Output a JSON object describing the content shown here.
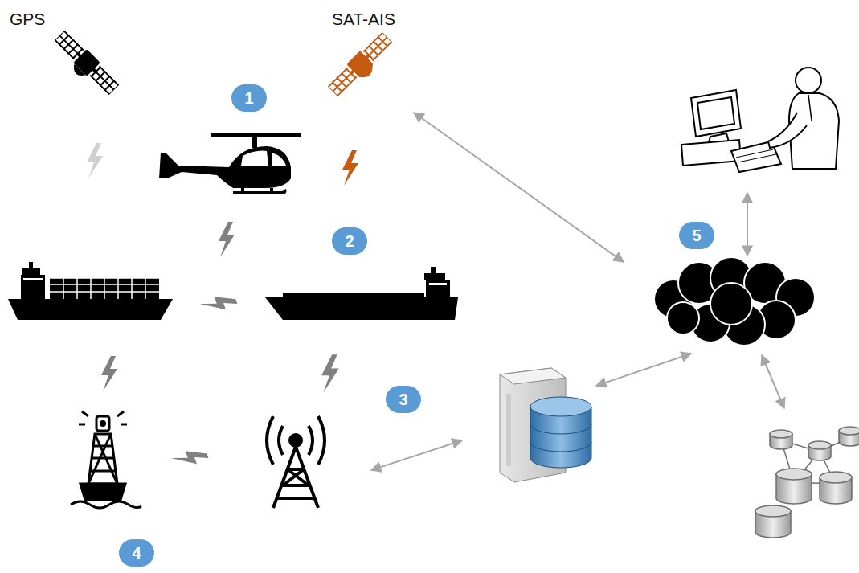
{
  "diagram": {
    "labels": [
      "GPS",
      "SAT-AIS",
      "1",
      "2",
      "3",
      "4",
      "5"
    ]
  }
}
